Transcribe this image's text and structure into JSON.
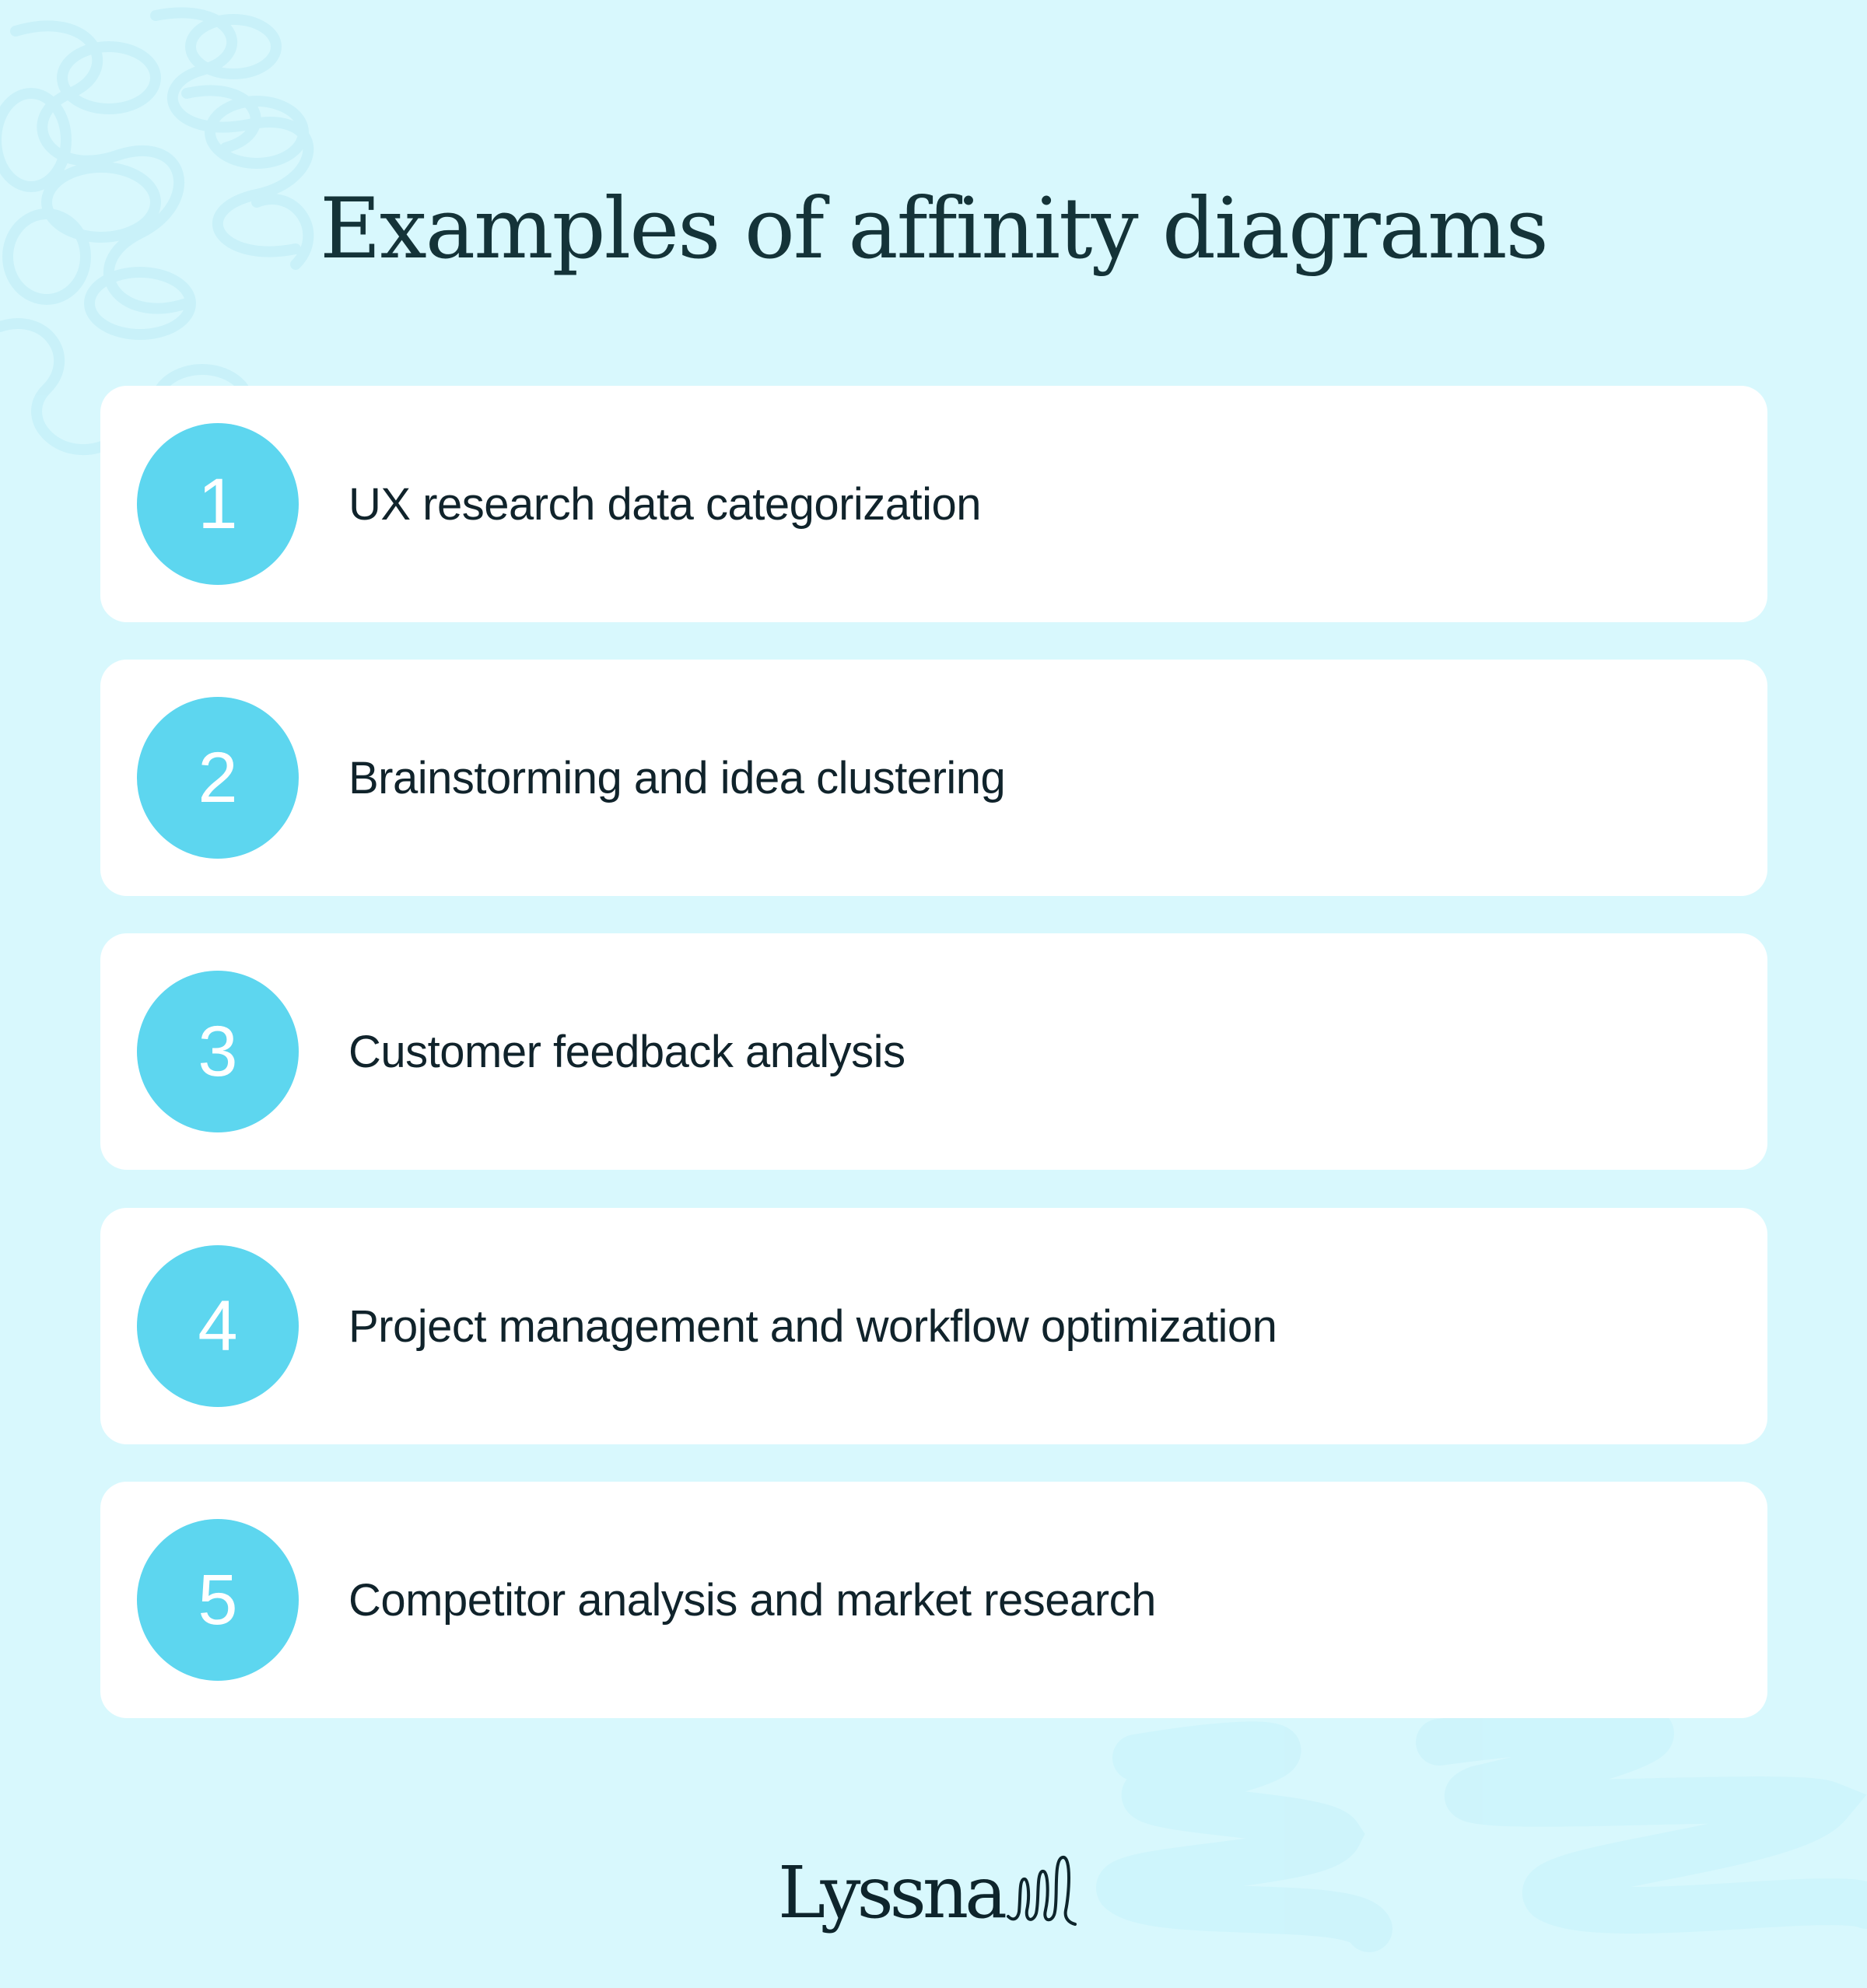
{
  "title": "Examples of affinity diagrams",
  "items": [
    {
      "number": "1",
      "label": "UX research data categorization"
    },
    {
      "number": "2",
      "label": "Brainstorming and idea clustering"
    },
    {
      "number": "3",
      "label": "Customer feedback analysis"
    },
    {
      "number": "4",
      "label": "Project management and workflow optimization"
    },
    {
      "number": "5",
      "label": "Competitor analysis and market research"
    }
  ],
  "brand": {
    "name": "Lyssna",
    "logo_icon": "squiggle-icon"
  },
  "colors": {
    "background": "#d8f8fd",
    "card": "#ffffff",
    "badge": "#5dd6ef",
    "text": "#10232b",
    "title": "#143338"
  }
}
